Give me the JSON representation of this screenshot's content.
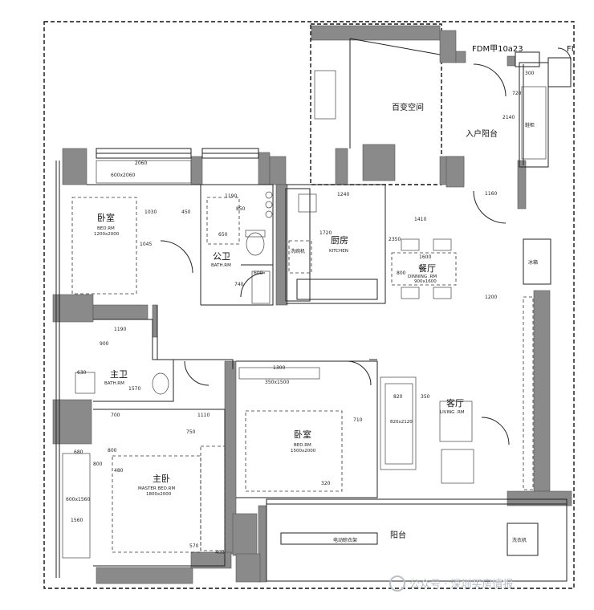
{
  "header": {
    "code": "FDM甲10a23",
    "code_short": "FI"
  },
  "rooms": {
    "flex": {
      "cn": "百变空间"
    },
    "entry_balcony": {
      "cn": "入户阳台"
    },
    "bedroom_nw": {
      "cn": "卧室",
      "en": "BED.RM",
      "size": "1200x2000"
    },
    "bath_public": {
      "cn": "公卫",
      "en": "BATH.RM"
    },
    "kitchen": {
      "cn": "厨房",
      "en": "KITCHEN"
    },
    "dining": {
      "cn": "餐厅",
      "en": "DINNING .RM",
      "size": "900x1600"
    },
    "bath_master": {
      "cn": "主卫",
      "en": "BATH.RM"
    },
    "bedroom_mid": {
      "cn": "卧室",
      "en": "BED.RM",
      "size": "1500x2000"
    },
    "living": {
      "cn": "客厅",
      "en": "LIVING .RM",
      "size": "820x2120"
    },
    "master_bed": {
      "cn": "主卧",
      "en": "MASTER BED.RM",
      "size": "1800x2000"
    },
    "balcony": {
      "cn": "阳台"
    }
  },
  "labels": {
    "fridge": "冰箱",
    "washer": "洗衣机",
    "dishwasher": "洗碗机",
    "dryer_rack": "电动晾衣架",
    "shoe_cabinet": "鞋柜",
    "desk_nw": "600x2060",
    "desk_master": "600x1560",
    "sofa_side": "350x1500"
  },
  "dimensions": {
    "d2060": "2060",
    "d1190a": "1190",
    "d1240": "1240",
    "d1030": "1030",
    "d450": "450",
    "d850": "850",
    "d650": "650",
    "d1045": "1045",
    "d740": "740",
    "d600a": "600",
    "d1720": "1720",
    "d2350": "2350",
    "d1410": "1410",
    "d1600": "1600",
    "d800a": "800",
    "d1160": "1160",
    "d1200": "1200",
    "d300": "300",
    "d2140": "2140",
    "d720": "720",
    "d1190b": "1190",
    "d900": "900",
    "d630": "630",
    "d1570": "1570",
    "d700": "700",
    "d1110": "1110",
    "d750": "750",
    "d800b": "800",
    "d1300": "1300",
    "d1560": "1560",
    "d710": "710",
    "d820": "820",
    "d350": "350",
    "d680": "680",
    "d800c": "800",
    "d480": "480",
    "d570": "570",
    "d400": "400",
    "d320": "320"
  },
  "watermark": "公众号 · 深圳买房情报"
}
